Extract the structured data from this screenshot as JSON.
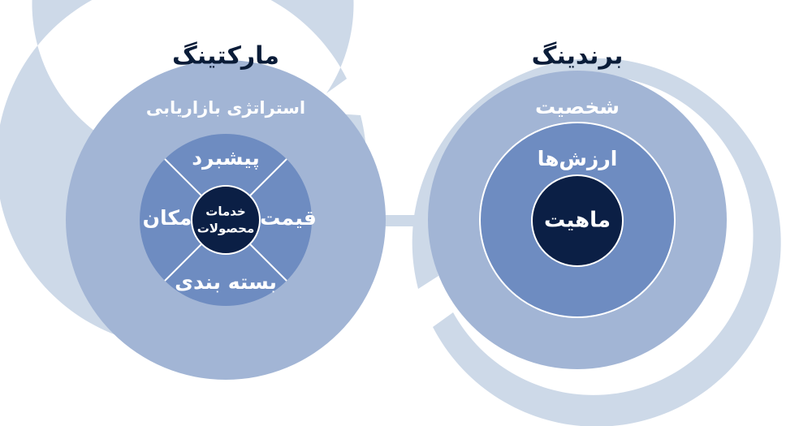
{
  "marketing": {
    "title": "مارکتینگ",
    "strategy_label": "استراتژی بازاریابی",
    "segments": {
      "top": "پیشبرد",
      "right": "قیمت",
      "bottom": "بسته بندی",
      "left": "مکان"
    },
    "center_lines": [
      "خدمات",
      "محصولات"
    ]
  },
  "branding": {
    "title": "برندینگ",
    "personality_label": "شخصیت",
    "values_label": "ارزش‌ها",
    "core_label": "ماهیت"
  },
  "colors": {
    "outer_ring": "#cdd9e8",
    "middle_ring": "#a2b5d5",
    "inner_disc": "#6e8cc1",
    "center_disc": "#0b1f45",
    "separator": "#ffffff"
  }
}
